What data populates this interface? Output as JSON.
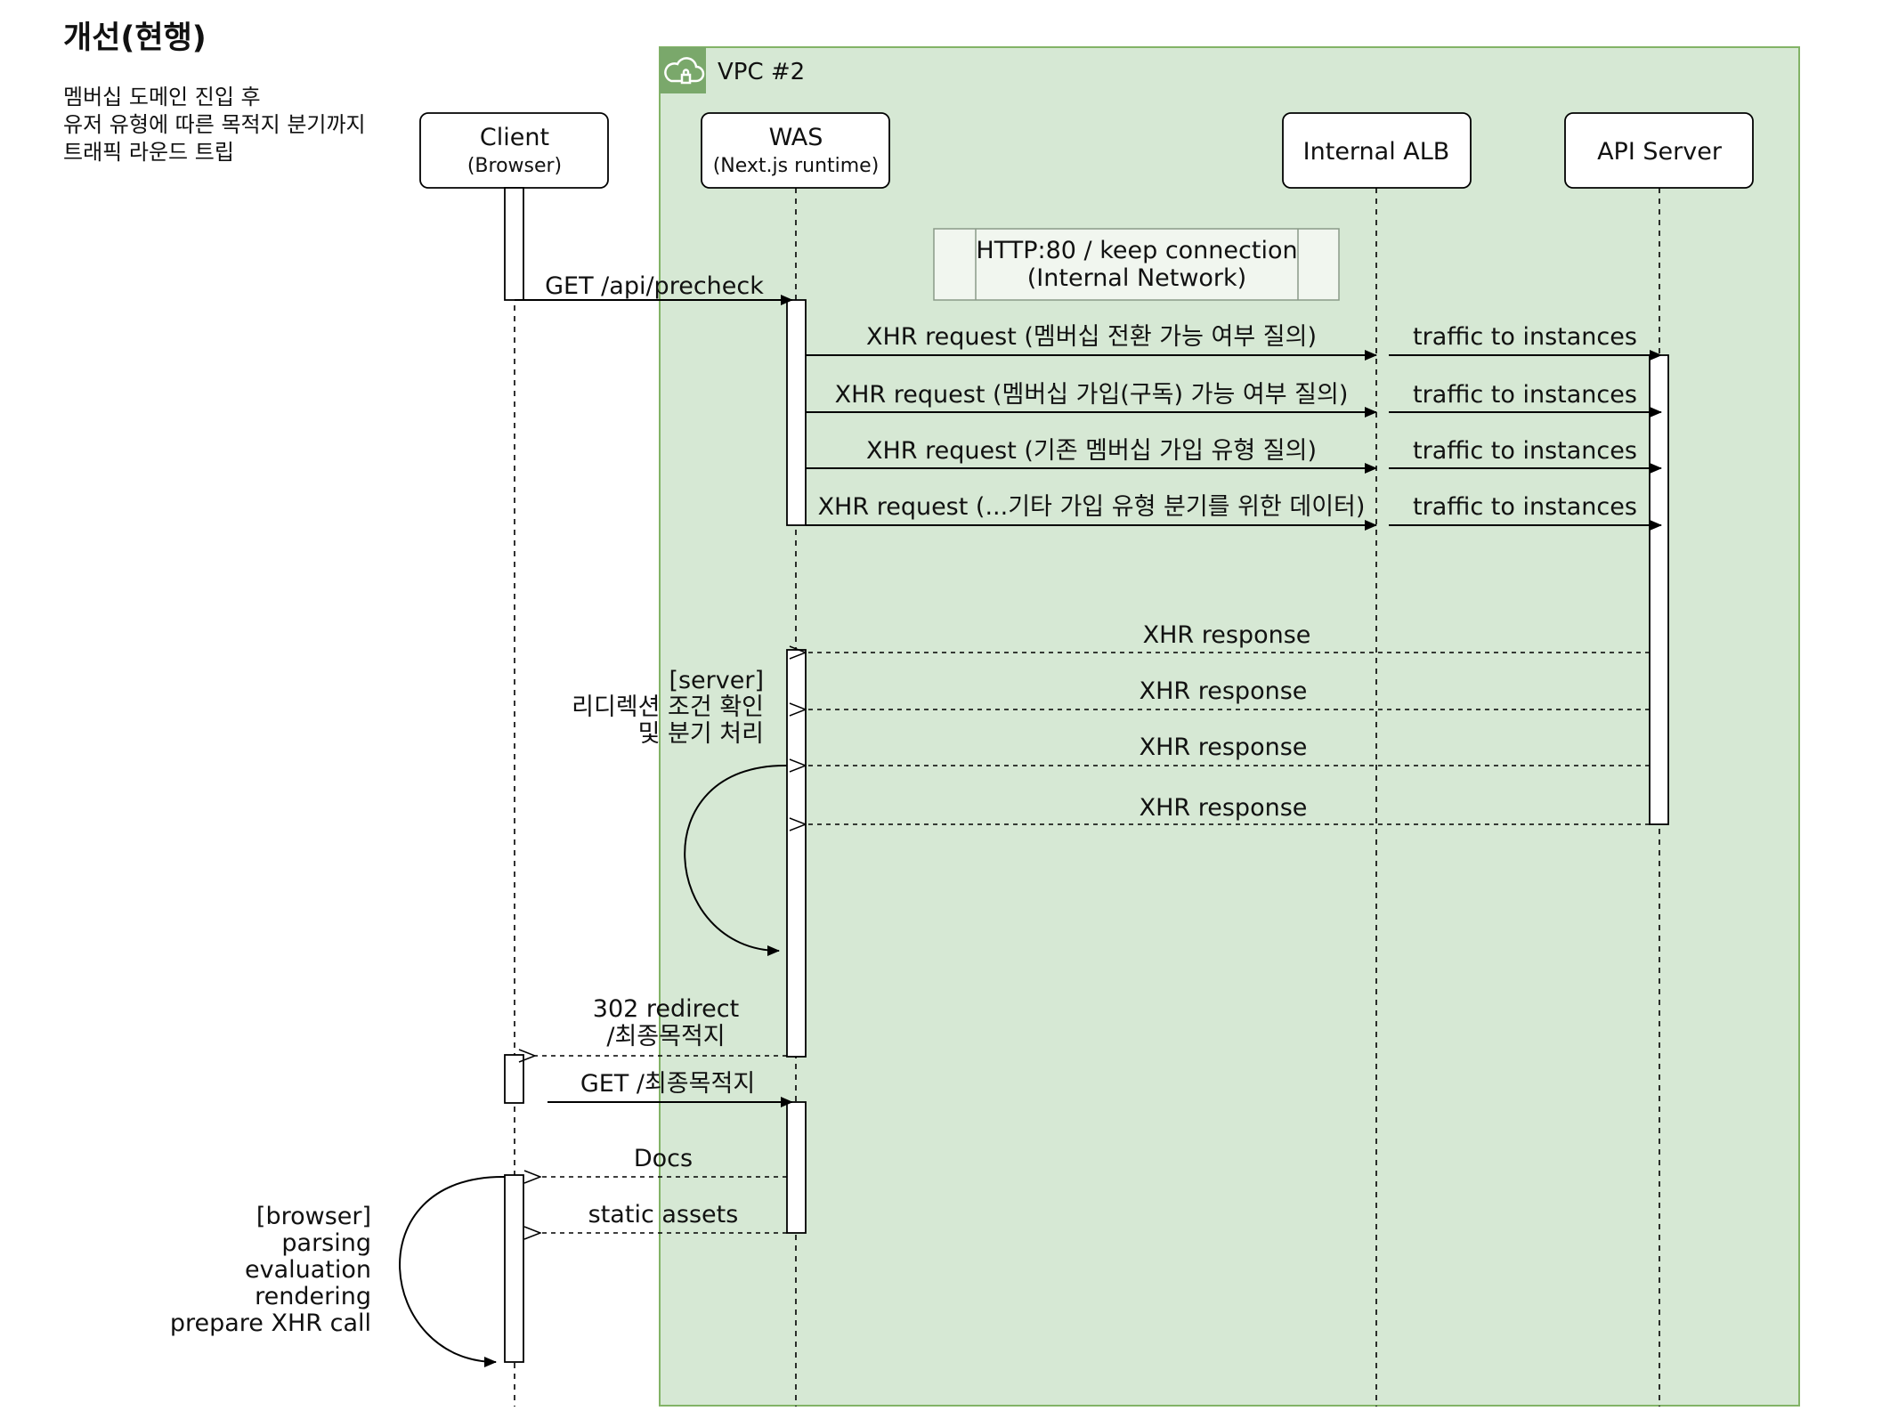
{
  "title": "개선(현행)",
  "description": [
    "멤버십 도메인 진입 후",
    "유저 유형에 따른 목적지 분기까지",
    "트래픽 라운드 트립"
  ],
  "vpc": {
    "label": "VPC #2",
    "fill": "#d6e8d4",
    "stroke": "#82b366"
  },
  "participants": [
    {
      "id": "client",
      "name": "Client",
      "sub": "(Browser)"
    },
    {
      "id": "was",
      "name": "WAS",
      "sub": "(Next.js runtime)"
    },
    {
      "id": "alb",
      "name": "Internal ALB",
      "sub": ""
    },
    {
      "id": "api",
      "name": "API Server",
      "sub": ""
    }
  ],
  "note_box": {
    "lines": [
      "HTTP:80 / keep connection",
      "(Internal Network)"
    ]
  },
  "messages": [
    {
      "from": "client",
      "to": "was",
      "label": "GET /api/precheck",
      "style": "solid"
    },
    {
      "from": "was",
      "to": "alb",
      "label": "XHR request (멤버십 전환 가능 여부 질의)",
      "style": "solid"
    },
    {
      "from": "was",
      "to": "alb",
      "label": "XHR request (멤버십 가입(구독) 가능 여부 질의)",
      "style": "solid"
    },
    {
      "from": "was",
      "to": "alb",
      "label": "XHR request (기존 멤버십 가입 유형 질의)",
      "style": "solid"
    },
    {
      "from": "was",
      "to": "alb",
      "label": "XHR request (...기타 가입 유형 분기를 위한 데이터)",
      "style": "solid"
    },
    {
      "from": "alb",
      "to": "api",
      "label": "traffic to instances",
      "style": "solid"
    },
    {
      "from": "alb",
      "to": "api",
      "label": "traffic to instances",
      "style": "solid"
    },
    {
      "from": "alb",
      "to": "api",
      "label": "traffic to instances",
      "style": "solid"
    },
    {
      "from": "alb",
      "to": "api",
      "label": "traffic to instances",
      "style": "solid"
    },
    {
      "from": "api",
      "to": "was",
      "label": "XHR response",
      "style": "dashed"
    },
    {
      "from": "api",
      "to": "was",
      "label": "XHR response",
      "style": "dashed"
    },
    {
      "from": "api",
      "to": "was",
      "label": "XHR response",
      "style": "dashed"
    },
    {
      "from": "api",
      "to": "was",
      "label": "XHR response",
      "style": "dashed"
    },
    {
      "from": "was",
      "to": "client",
      "label": [
        "302 redirect",
        "/최종목적지"
      ],
      "style": "dashed"
    },
    {
      "from": "client",
      "to": "was",
      "label": "GET /최종목적지",
      "style": "solid"
    },
    {
      "from": "was",
      "to": "client",
      "label": "Docs",
      "style": "dashed"
    },
    {
      "from": "was",
      "to": "client",
      "label": "static assets",
      "style": "dashed"
    }
  ],
  "self_notes": {
    "server": [
      "[server]",
      "리디렉션 조건 확인",
      "및 분기 처리"
    ],
    "browser": [
      "[browser]",
      "parsing",
      "evaluation",
      "rendering",
      "prepare XHR call"
    ]
  }
}
